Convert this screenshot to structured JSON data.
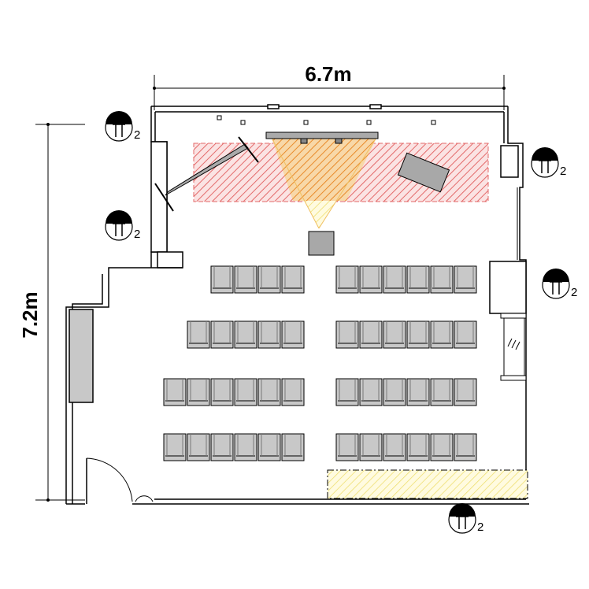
{
  "dimensions": {
    "width_label": "6.7m",
    "height_label": "7.2m"
  },
  "outlet_symbol": {
    "suffix": "2"
  },
  "colors": {
    "stage_zone": "#e36a6a",
    "projection_cone": "#f0a030",
    "projection_light": "#f3e37a",
    "reserved_zone": "#e8dc6a",
    "chair_fill": "#c8c8c8",
    "wall_line": "#000000"
  },
  "seating": {
    "rows": [
      {
        "left_chairs": 4,
        "right_chairs": 6
      },
      {
        "left_chairs": 5,
        "right_chairs": 6
      },
      {
        "left_chairs": 6,
        "right_chairs": 6
      },
      {
        "left_chairs": 6,
        "right_chairs": 6
      }
    ]
  }
}
